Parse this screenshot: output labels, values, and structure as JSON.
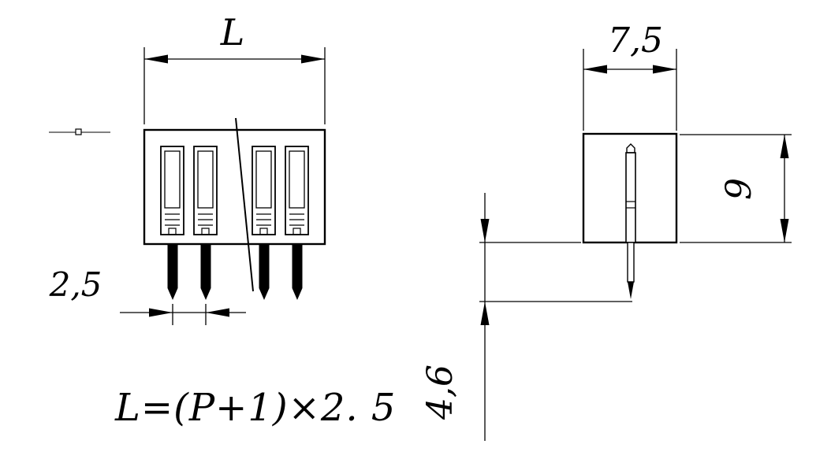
{
  "drawing": {
    "type": "technical-drawing",
    "colors": {
      "line": "#000000",
      "background": "#ffffff"
    }
  },
  "front_view": {
    "name": "front-view-terminal-block",
    "dim_overall_width_label": "L",
    "dim_pitch_label": "2,5"
  },
  "side_view": {
    "name": "side-view-terminal-block",
    "dim_width_label": "7,5",
    "dim_height_label": "9",
    "dim_pin_protrusion_label": "4,6"
  },
  "formula": {
    "text": "L=(P+1)×2. 5"
  }
}
